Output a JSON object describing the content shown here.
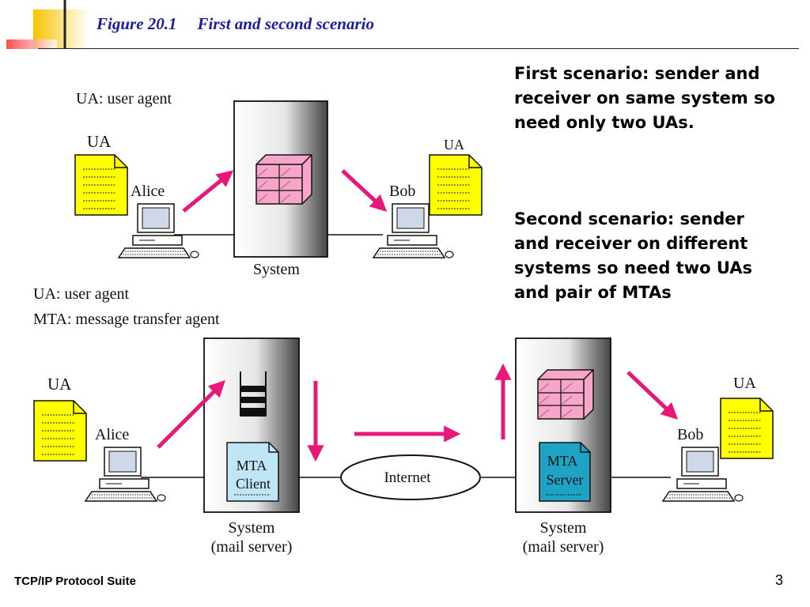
{
  "header": {
    "figure_number": "Figure 20.1",
    "figure_title": "First and second scenario"
  },
  "scenario1": {
    "legend_ua": "UA: user agent",
    "ua_left_label": "UA",
    "ua_right_label": "UA",
    "alice_label": "Alice",
    "bob_label": "Bob",
    "system_label": "System"
  },
  "scenario2": {
    "legend_ua": "UA: user agent",
    "legend_mta": "MTA: message transfer agent",
    "ua_left_label": "UA",
    "ua_right_label": "UA",
    "alice_label": "Alice",
    "bob_label": "Bob",
    "mta_client_line1": "MTA",
    "mta_client_line2": "Client",
    "mta_server_line1": "MTA",
    "mta_server_line2": "Server",
    "internet_label": "Internet",
    "system_left_line1": "System",
    "system_left_line2": "(mail server)",
    "system_right_line1": "System",
    "system_right_line2": "(mail server)"
  },
  "notes": {
    "first": "First scenario: sender and receiver on same system so need only two UAs.",
    "second": "Second scenario: sender and receiver on different systems so need two UAs and pair of MTAs"
  },
  "footer": {
    "left": "TCP/IP Protocol Suite",
    "page_number": "3"
  },
  "colors": {
    "arrow": "#e8177a",
    "document": "#ffff00",
    "mailbox": "#f7a6c9",
    "mta_client": "#bfe6f5",
    "mta_server": "#1fa3c4",
    "title": "#1a1aa8"
  }
}
